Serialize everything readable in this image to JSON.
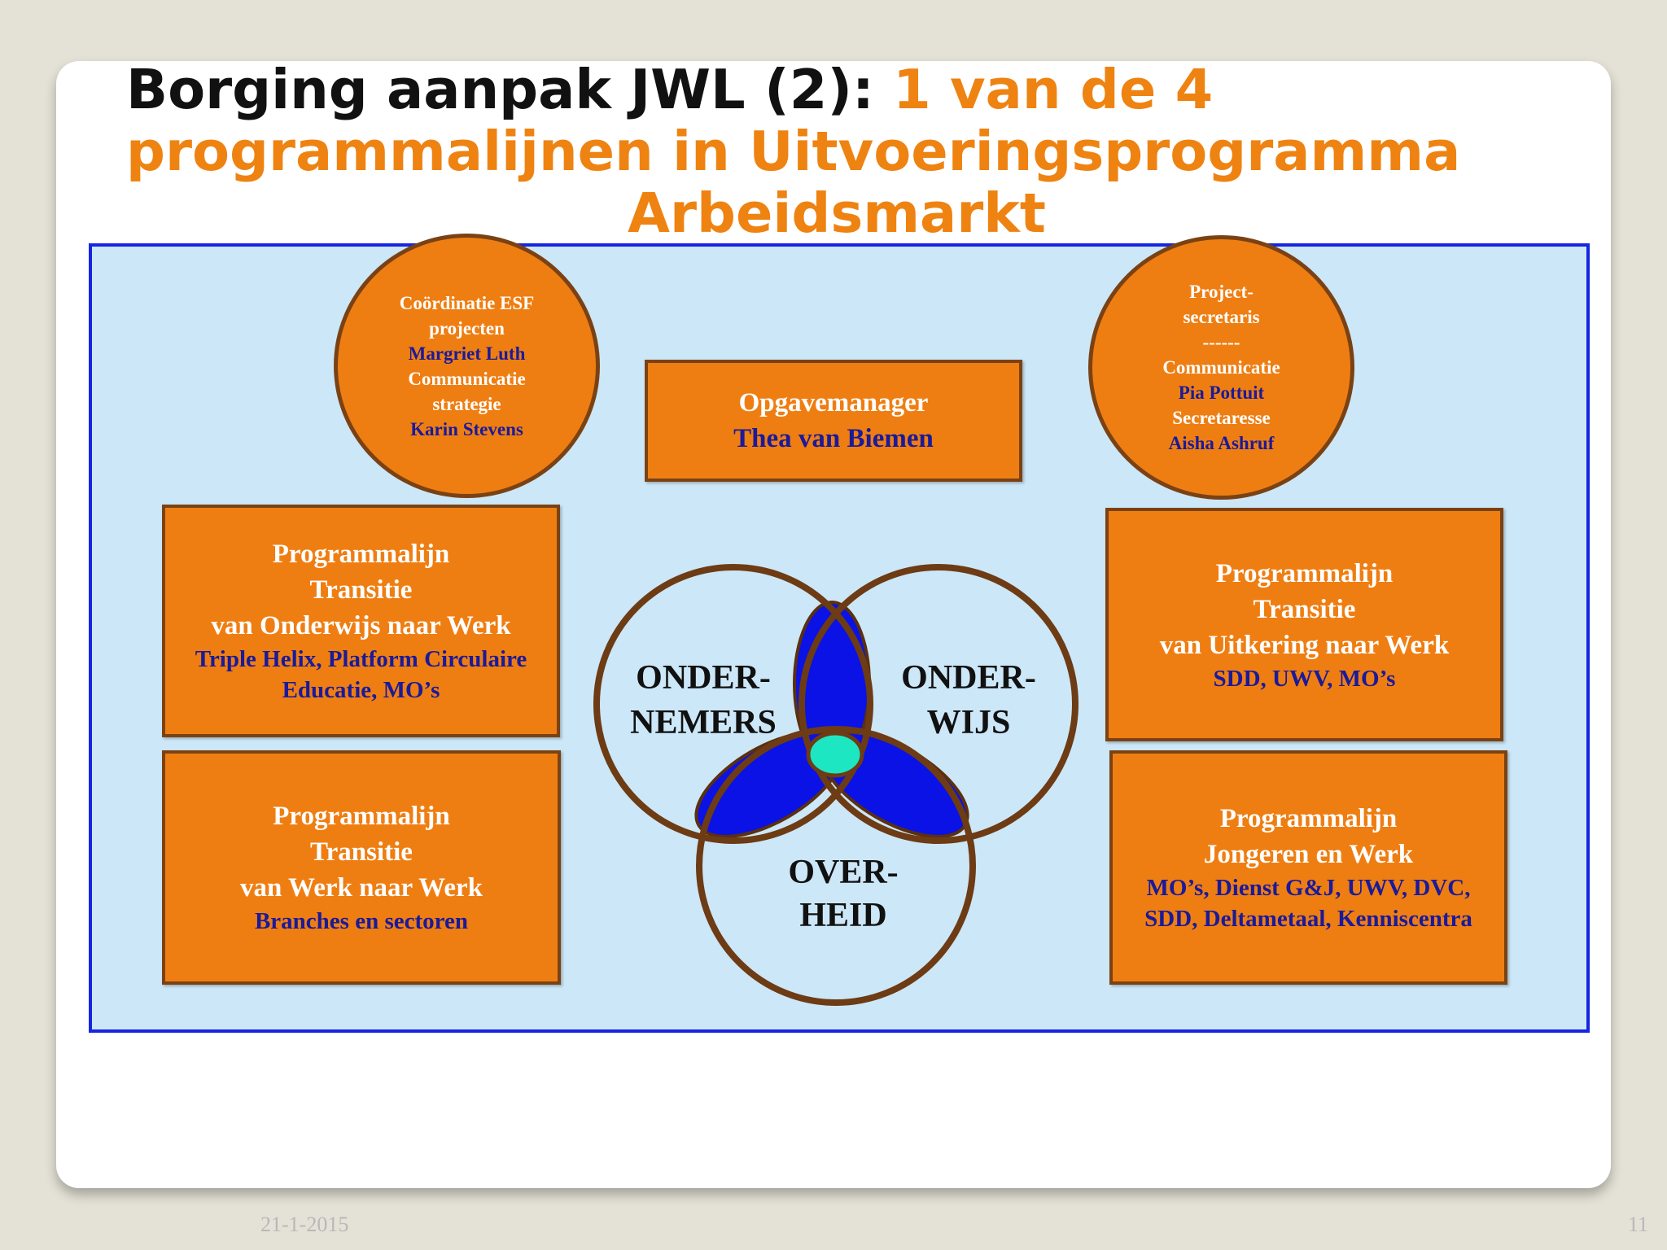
{
  "slide": {
    "title_black": "Borging aanpak JWL (2):",
    "title_orange_1": "1 van de 4",
    "title_orange_2": "programmalijnen in Uitvoeringsprogramma",
    "title_orange_3": "Arbeidsmarkt",
    "date": "21-1-2015",
    "page_number": "11"
  },
  "circle_left": {
    "line1": "Coördinatie ESF",
    "line2": "projecten",
    "line3": "Margriet Luth",
    "line4": "Communicatie",
    "line5": "strategie",
    "line6": "Karin Stevens"
  },
  "circle_right": {
    "line1": "Project-",
    "line2": "secretaris",
    "line3": "------",
    "line4": "Communicatie",
    "line5": "Pia Pottuit",
    "line6": "Secretaresse",
    "line7": "Aisha Ashruf"
  },
  "manager_box": {
    "role": "Opgavemanager",
    "name": "Thea van Biemen"
  },
  "box_top_left": {
    "line1": "Programmalijn",
    "line2": "Transitie",
    "line3": "van Onderwijs naar Werk",
    "partners1": "Triple Helix, Platform Circulaire",
    "partners2": "Educatie, MO’s"
  },
  "box_bottom_left": {
    "line1": "Programmalijn",
    "line2": "Transitie",
    "line3": "van Werk naar Werk",
    "partners1": "Branches en sectoren"
  },
  "box_top_right": {
    "line1": "Programmalijn",
    "line2": "Transitie",
    "line3": "van Uitkering naar Werk",
    "partners1": "SDD, UWV, MO’s"
  },
  "box_bottom_right": {
    "line1": "Programmalijn",
    "line2": "Jongeren en Werk",
    "partners1": "MO’s, Dienst G&J, UWV, DVC,",
    "partners2": "SDD, Deltametaal, Kenniscentra"
  },
  "venn": {
    "left_1": "ONDER-",
    "left_2": "NEMERS",
    "right_1": "ONDER-",
    "right_2": "WIJS",
    "bottom_1": "OVER-",
    "bottom_2": "HEID"
  },
  "colors": {
    "orange": "#ef7e12",
    "brown_border": "#7a4214",
    "panel_blue": "#cce7f7",
    "panel_border": "#1525e0",
    "dark_blue_text": "#1a1a9a",
    "petal_blue": "#0a12e6",
    "center_teal": "#1de6c3"
  }
}
